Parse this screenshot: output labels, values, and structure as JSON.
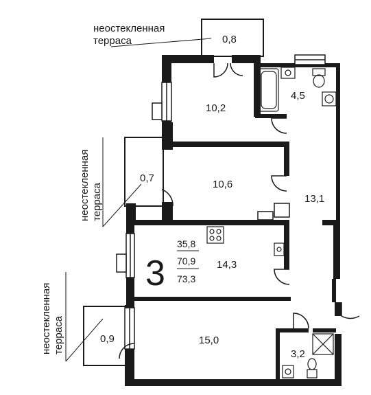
{
  "rooms": {
    "balcony_top": "0,8",
    "room_top": "10,2",
    "bath_top": "4,5",
    "room_mid": "10,6",
    "terrace_mid": "0,7",
    "corridor": "13,1",
    "kitchen": "14,3",
    "terrace_bottom": "0,9",
    "room_bottom": "15,0",
    "bath_bottom": "3,2"
  },
  "summary": {
    "room_count": "3",
    "living_area": "35,8",
    "total_area": "70,9",
    "total_area_with_terraces": "73,3"
  },
  "notes": {
    "top_line1": "неостекленная",
    "top_line2": "терраса",
    "mid_line1": "неостекленная",
    "mid_line2": "терраса",
    "bottom_line1": "неостекленная",
    "bottom_line2": "терраса"
  }
}
